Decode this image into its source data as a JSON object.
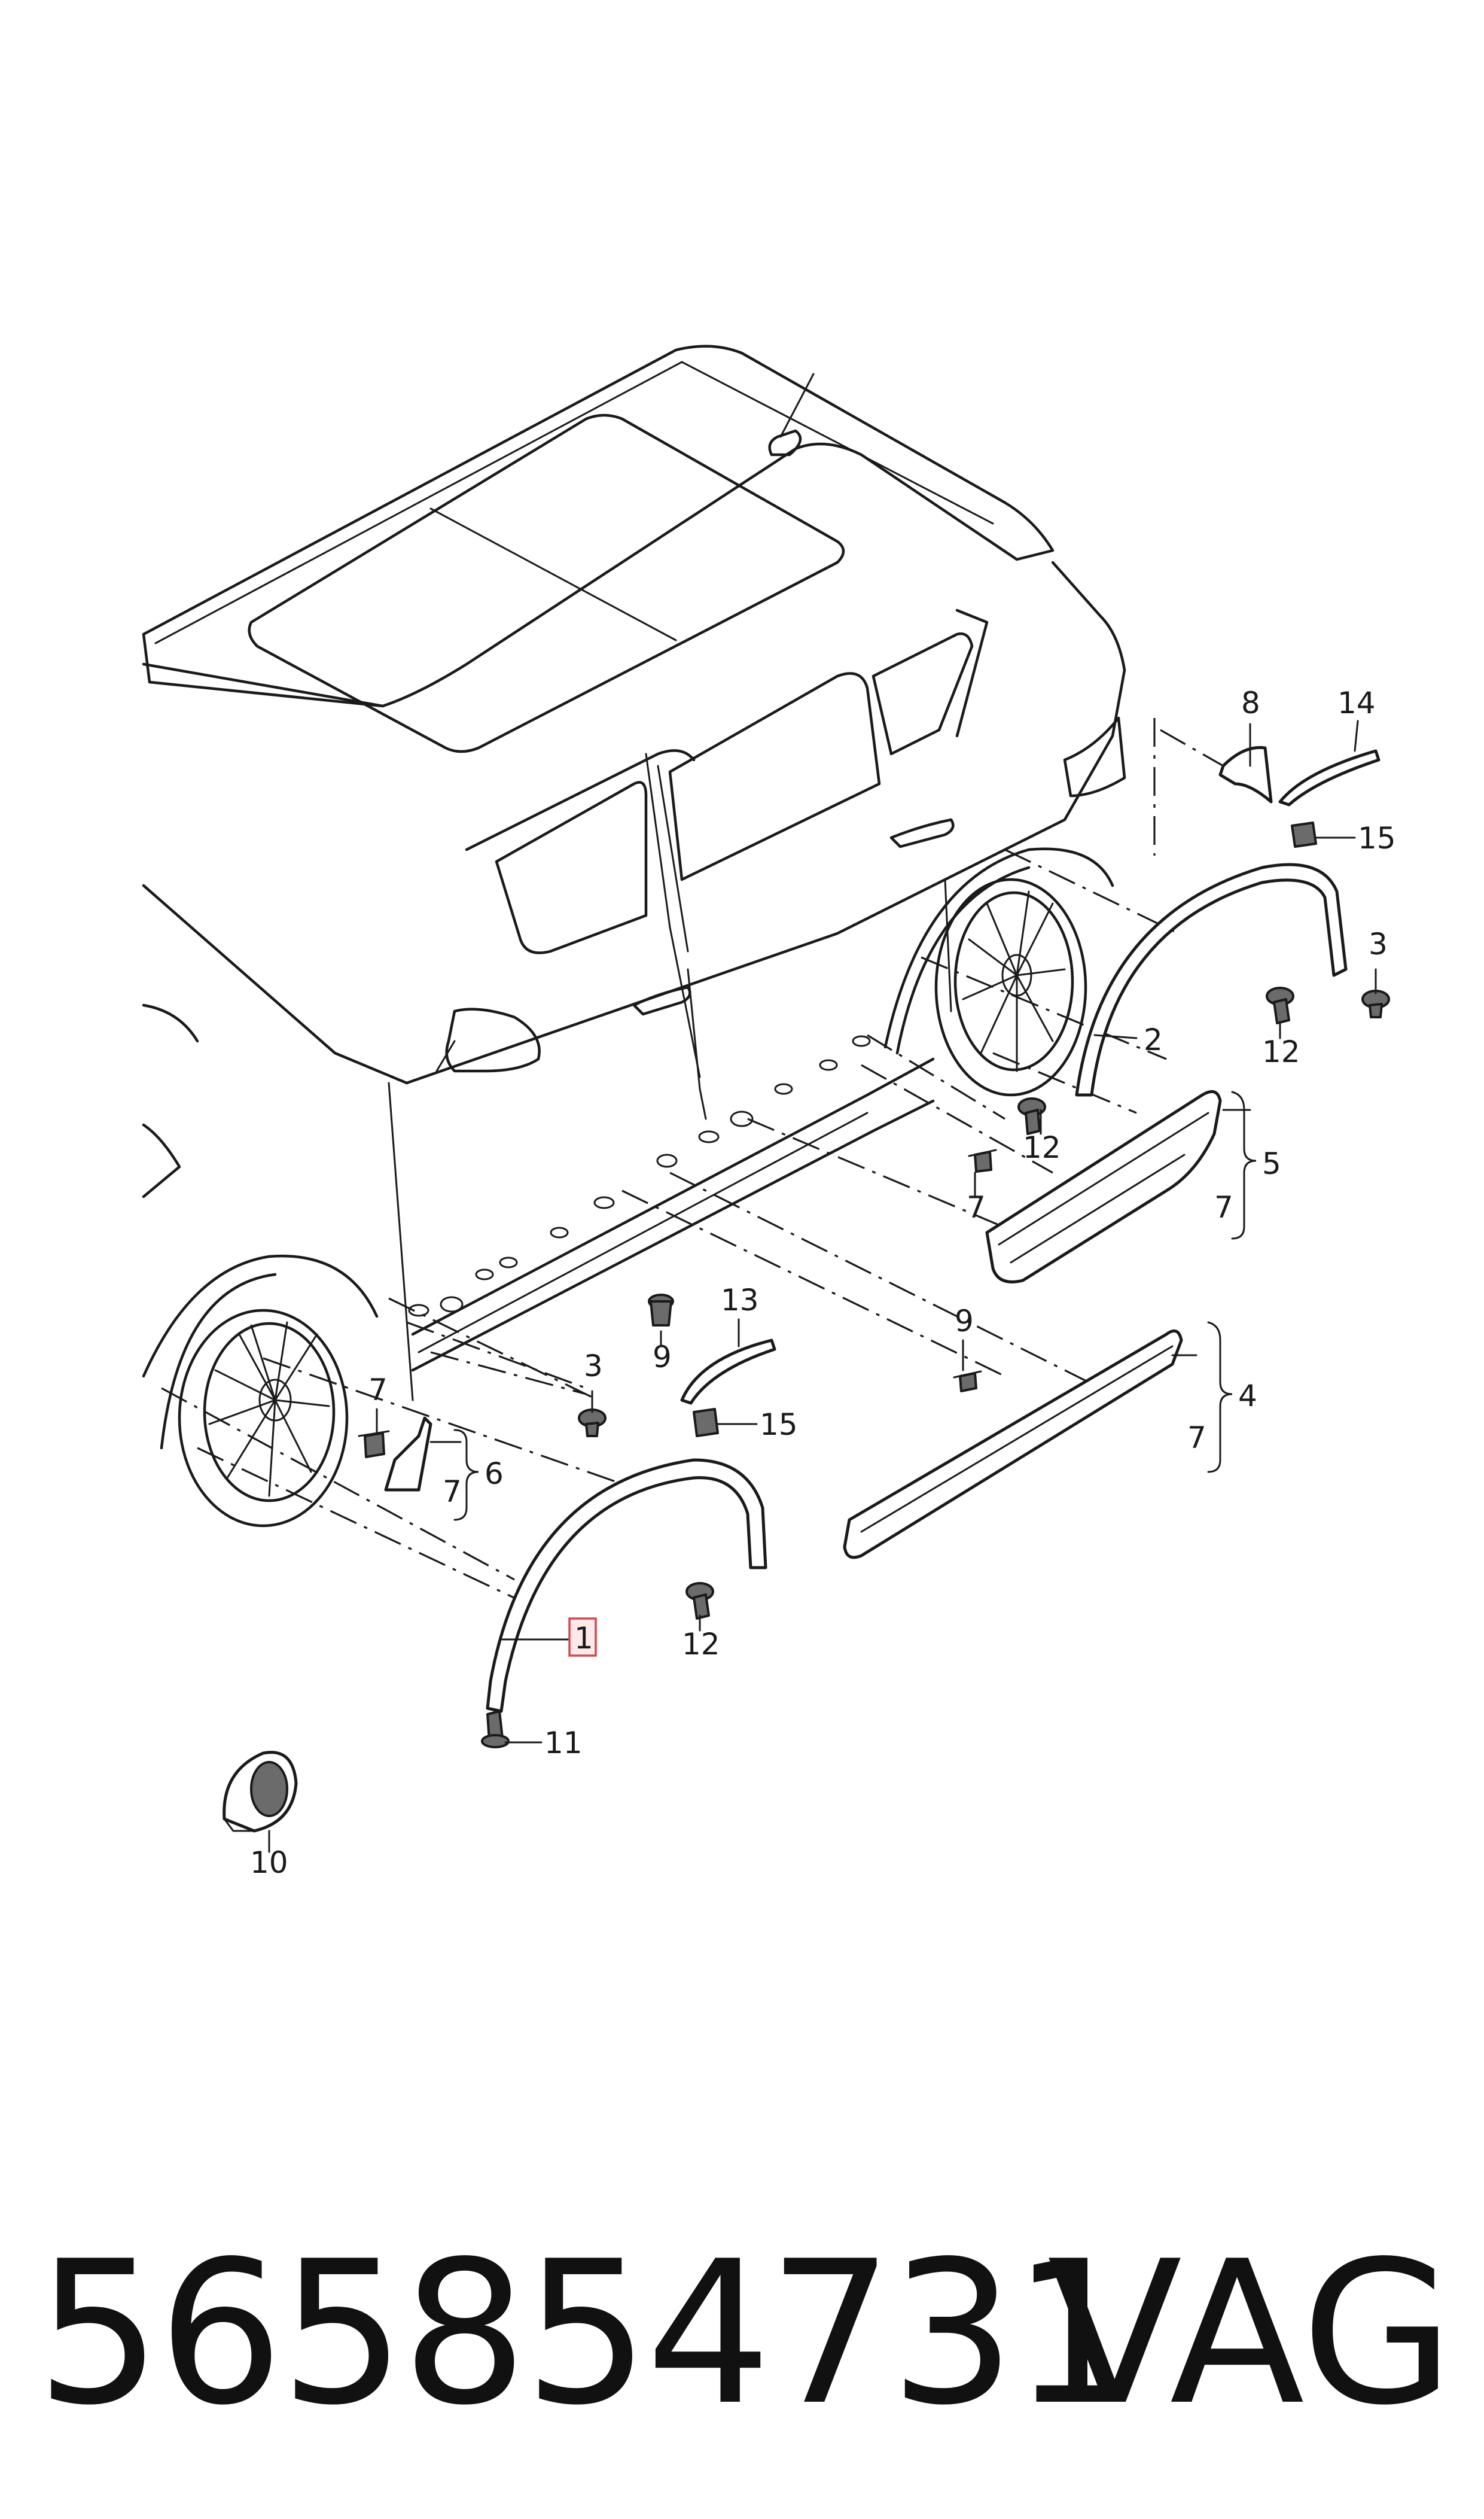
{
  "callouts": [
    {
      "id": "c1",
      "label": "1",
      "highlighted": true
    },
    {
      "id": "c2",
      "label": "2"
    },
    {
      "id": "c3a",
      "label": "3"
    },
    {
      "id": "c3b",
      "label": "3"
    },
    {
      "id": "c4",
      "label": "4"
    },
    {
      "id": "c5",
      "label": "5"
    },
    {
      "id": "c6",
      "label": "6"
    },
    {
      "id": "c7a",
      "label": "7"
    },
    {
      "id": "c7b",
      "label": "7"
    },
    {
      "id": "c7c",
      "label": "7"
    },
    {
      "id": "c7d",
      "label": "7"
    },
    {
      "id": "c7e",
      "label": "7"
    },
    {
      "id": "c8",
      "label": "8"
    },
    {
      "id": "c9a",
      "label": "9"
    },
    {
      "id": "c9b",
      "label": "9"
    },
    {
      "id": "c10",
      "label": "10"
    },
    {
      "id": "c11",
      "label": "11"
    },
    {
      "id": "c12a",
      "label": "12"
    },
    {
      "id": "c12b",
      "label": "12"
    },
    {
      "id": "c12c",
      "label": "12"
    },
    {
      "id": "c13",
      "label": "13"
    },
    {
      "id": "c14",
      "label": "14"
    },
    {
      "id": "c15a",
      "label": "15"
    },
    {
      "id": "c15b",
      "label": "15"
    }
  ],
  "footer": {
    "part_number": "565854731",
    "brand": "VAG"
  },
  "colors": {
    "line": "#1a1a1a",
    "highlight_fill": "#fde8ea",
    "highlight_stroke": "#d2484f"
  }
}
